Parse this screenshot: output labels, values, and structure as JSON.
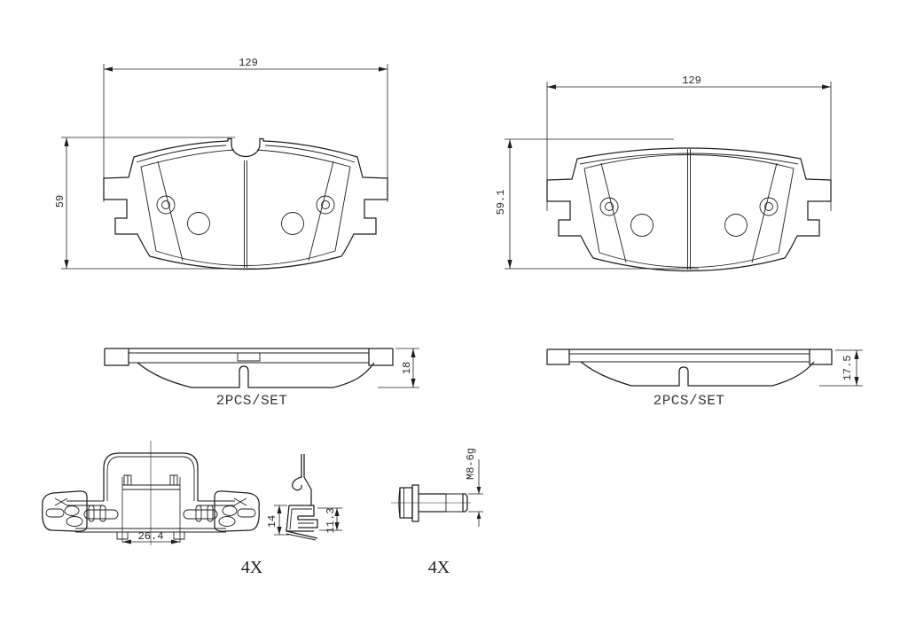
{
  "page": {
    "background_color": "#ffffff",
    "line_color": "#1f1f1f",
    "text_color": "#2a2a2a"
  },
  "views": {
    "pad_front_left": {
      "width_mm": "129",
      "height_mm": "59"
    },
    "pad_front_right": {
      "width_mm": "129",
      "height_mm": "59.1"
    },
    "pad_profile_left": {
      "thickness_mm": "18",
      "set_label": "2PCS/SET"
    },
    "pad_profile_right": {
      "thickness_mm": "17.5",
      "set_label": "2PCS/SET"
    },
    "clip_assembly": {
      "opening_mm": "26.4"
    },
    "spring_clip": {
      "height_mm": "14",
      "inner_height_mm": "11.3",
      "quantity": "4X"
    },
    "flange_bolt": {
      "thread_spec": "M8-6g",
      "quantity": "4X"
    }
  }
}
